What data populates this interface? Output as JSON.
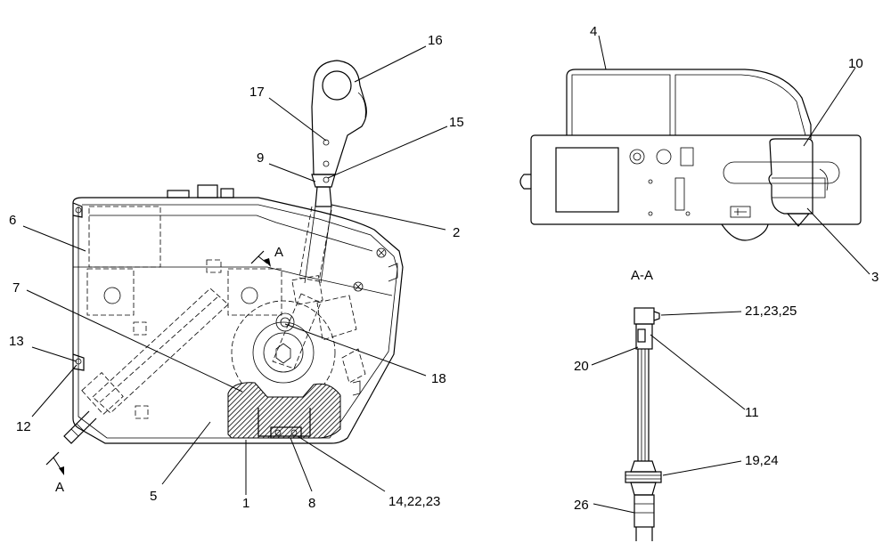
{
  "section_title": "A-A",
  "section_markers": [
    "A",
    "A"
  ],
  "callouts": [
    {
      "id": "c16",
      "text": "16"
    },
    {
      "id": "c17",
      "text": "17"
    },
    {
      "id": "c15",
      "text": "15"
    },
    {
      "id": "c9",
      "text": "9"
    },
    {
      "id": "c2",
      "text": "2"
    },
    {
      "id": "c6",
      "text": "6"
    },
    {
      "id": "c7",
      "text": "7"
    },
    {
      "id": "c13",
      "text": "13"
    },
    {
      "id": "c12",
      "text": "12"
    },
    {
      "id": "c18",
      "text": "18"
    },
    {
      "id": "c5",
      "text": "5"
    },
    {
      "id": "c1",
      "text": "1"
    },
    {
      "id": "c8",
      "text": "8"
    },
    {
      "id": "c14",
      "text": "14,22,23"
    },
    {
      "id": "c4",
      "text": "4"
    },
    {
      "id": "c10",
      "text": "10"
    },
    {
      "id": "c3",
      "text": "3"
    },
    {
      "id": "c21",
      "text": "21,23,25"
    },
    {
      "id": "c20",
      "text": "20"
    },
    {
      "id": "c11",
      "text": "11"
    },
    {
      "id": "c19",
      "text": "19,24"
    },
    {
      "id": "c26",
      "text": "26"
    }
  ]
}
